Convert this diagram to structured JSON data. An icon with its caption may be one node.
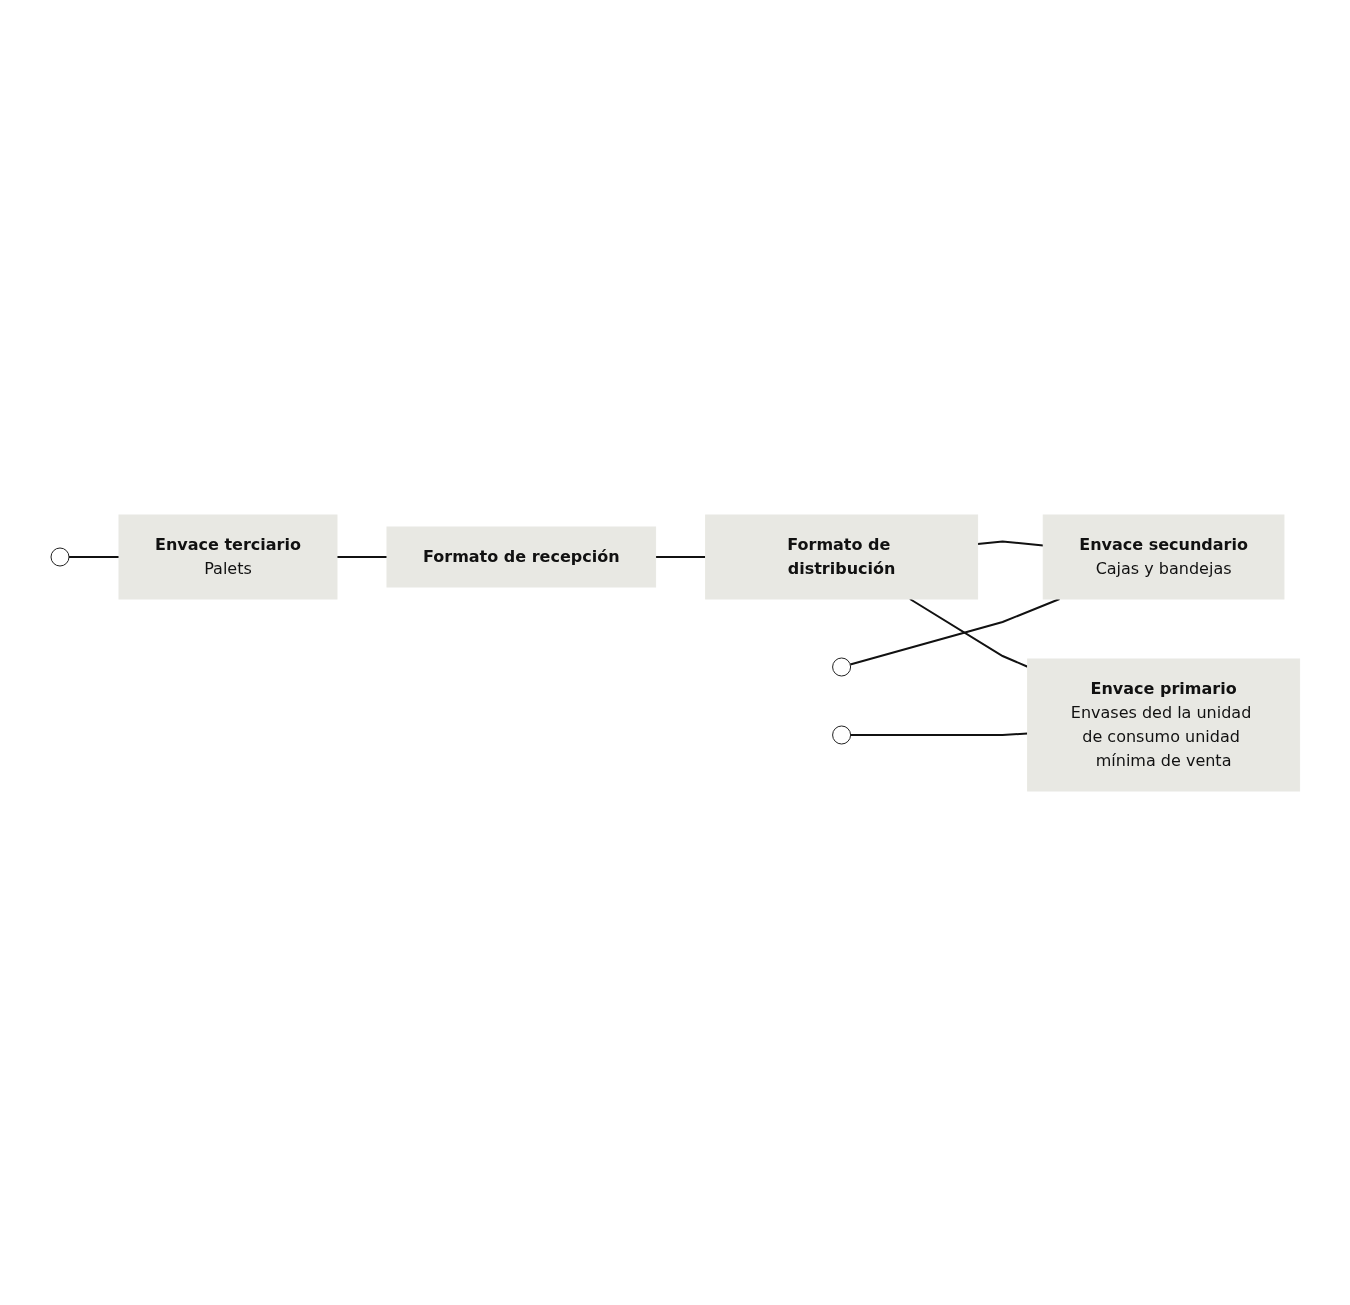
{
  "diagram": {
    "nodes": [
      {
        "text": [],
        "shape": "circle"
      },
      {
        "text": [
          "Envace terciario",
          "Palets"
        ]
      },
      {
        "text": [
          "Formato de recepción"
        ]
      },
      {
        "text": [
          "Formato de distribución"
        ]
      },
      {
        "text": [],
        "shape": "circle"
      },
      {
        "text": [
          "Envace secundario",
          "Cajas y bandejas"
        ]
      },
      {
        "text": [],
        "shape": "circle"
      },
      {
        "text": [
          "Envace primario",
          "Envases ded la unidad de consumo unidad mínima de venta"
        ]
      }
    ],
    "edges": [
      {
        "from": 0,
        "to": 1,
        "arrow": "none"
      },
      {
        "from": 1,
        "to": 2,
        "arrow": "none"
      },
      {
        "from": 2,
        "to": 3,
        "arrow": "none"
      },
      {
        "from": 3,
        "to": 5,
        "arrow": "none"
      },
      {
        "from": 3,
        "to": 7,
        "arrow": "none"
      },
      {
        "from": 4,
        "to": 5,
        "arrow": "none"
      },
      {
        "from": 6,
        "to": 7,
        "arrow": "none"
      }
    ]
  }
}
